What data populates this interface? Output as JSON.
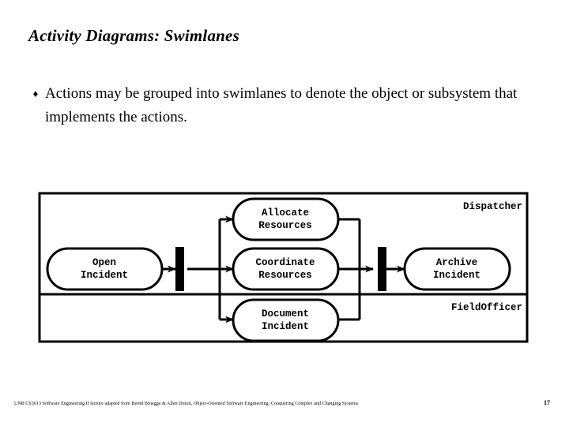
{
  "slide": {
    "title": "Activity Diagrams: Swimlanes",
    "bullet_glyph": "♦",
    "bullet_text": "Actions may be grouped into swimlanes to denote the object or subsystem that implements the actions."
  },
  "diagram": {
    "type": "uml-activity-swimlane",
    "lanes": [
      {
        "id": "dispatcher",
        "label": "Dispatcher"
      },
      {
        "id": "fieldofficer",
        "label": "FieldOfficer"
      }
    ],
    "activities": [
      {
        "id": "open-incident",
        "line1": "Open",
        "line2": "Incident",
        "lane": "fieldofficer"
      },
      {
        "id": "allocate-resources",
        "line1": "Allocate",
        "line2": "Resources",
        "lane": "dispatcher"
      },
      {
        "id": "coordinate-resources",
        "line1": "Coordinate",
        "line2": "Resources",
        "lane": "dispatcher"
      },
      {
        "id": "document-incident",
        "line1": "Document",
        "line2": "Incident",
        "lane": "fieldofficer"
      },
      {
        "id": "archive-incident",
        "line1": "Archive",
        "line2": "Incident",
        "lane": "dispatcher"
      }
    ],
    "bars": [
      {
        "id": "fork-bar",
        "kind": "fork"
      },
      {
        "id": "join-bar",
        "kind": "join"
      }
    ],
    "colors": {
      "stroke": "#000000",
      "fill": "#ffffff",
      "background": "#ffffff"
    }
  },
  "footer": {
    "note": "UNB CS3013 Software Engineering II lecture adapted from Bernd Bruegge & Allen Dutoit, Object-Oriented Software Engineering: Conquering Complex and Changing Systems",
    "page": "17"
  }
}
